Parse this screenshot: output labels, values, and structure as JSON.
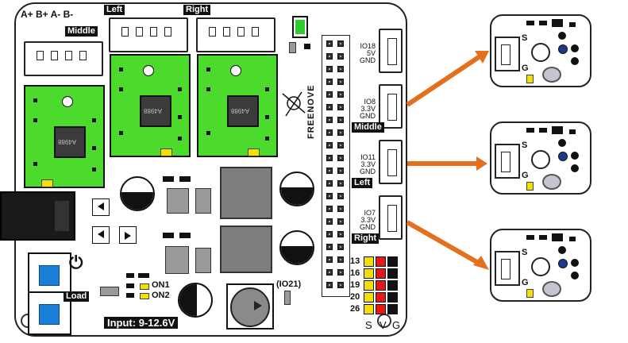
{
  "board": {
    "power_pins_label": "A+ B+ A- B-",
    "middle_label": "Middle",
    "left_label": "Left",
    "right_label": "Right",
    "brand": "FREENOVE",
    "chip_text": "A4988",
    "sensor_ports": [
      {
        "io": "IO18",
        "volt": "5V",
        "gnd": "GND",
        "tag": ""
      },
      {
        "io": "IO8",
        "volt": "3.3V",
        "gnd": "GND",
        "tag": "Middle"
      },
      {
        "io": "IO11",
        "volt": "3.3V",
        "gnd": "GND",
        "tag": "Left"
      },
      {
        "io": "IO7",
        "volt": "3.3V",
        "gnd": "GND",
        "tag": "Right"
      }
    ],
    "servo_pins": [
      "13",
      "16",
      "19",
      "20",
      "26"
    ],
    "servo_header_labels": {
      "s": "S",
      "v": "V",
      "g": "G"
    },
    "on1_label": "ON1",
    "on2_label": "ON2",
    "io21_label": "(IO21)",
    "load_label": "Load",
    "power_icon": "⏻",
    "input_label": "Input: 9-12.6V"
  },
  "modules": [
    {
      "s_label": "S",
      "g_label": "G"
    },
    {
      "s_label": "S",
      "g_label": "G"
    },
    {
      "s_label": "S",
      "g_label": "G"
    }
  ],
  "colors": {
    "driver_green": "#4cdb2c",
    "arrow_orange": "#e2701f",
    "servo_yellow": "#f3e000",
    "servo_red": "#e81818",
    "servo_black": "#111111",
    "dip_blue": "#1a7fd8"
  }
}
